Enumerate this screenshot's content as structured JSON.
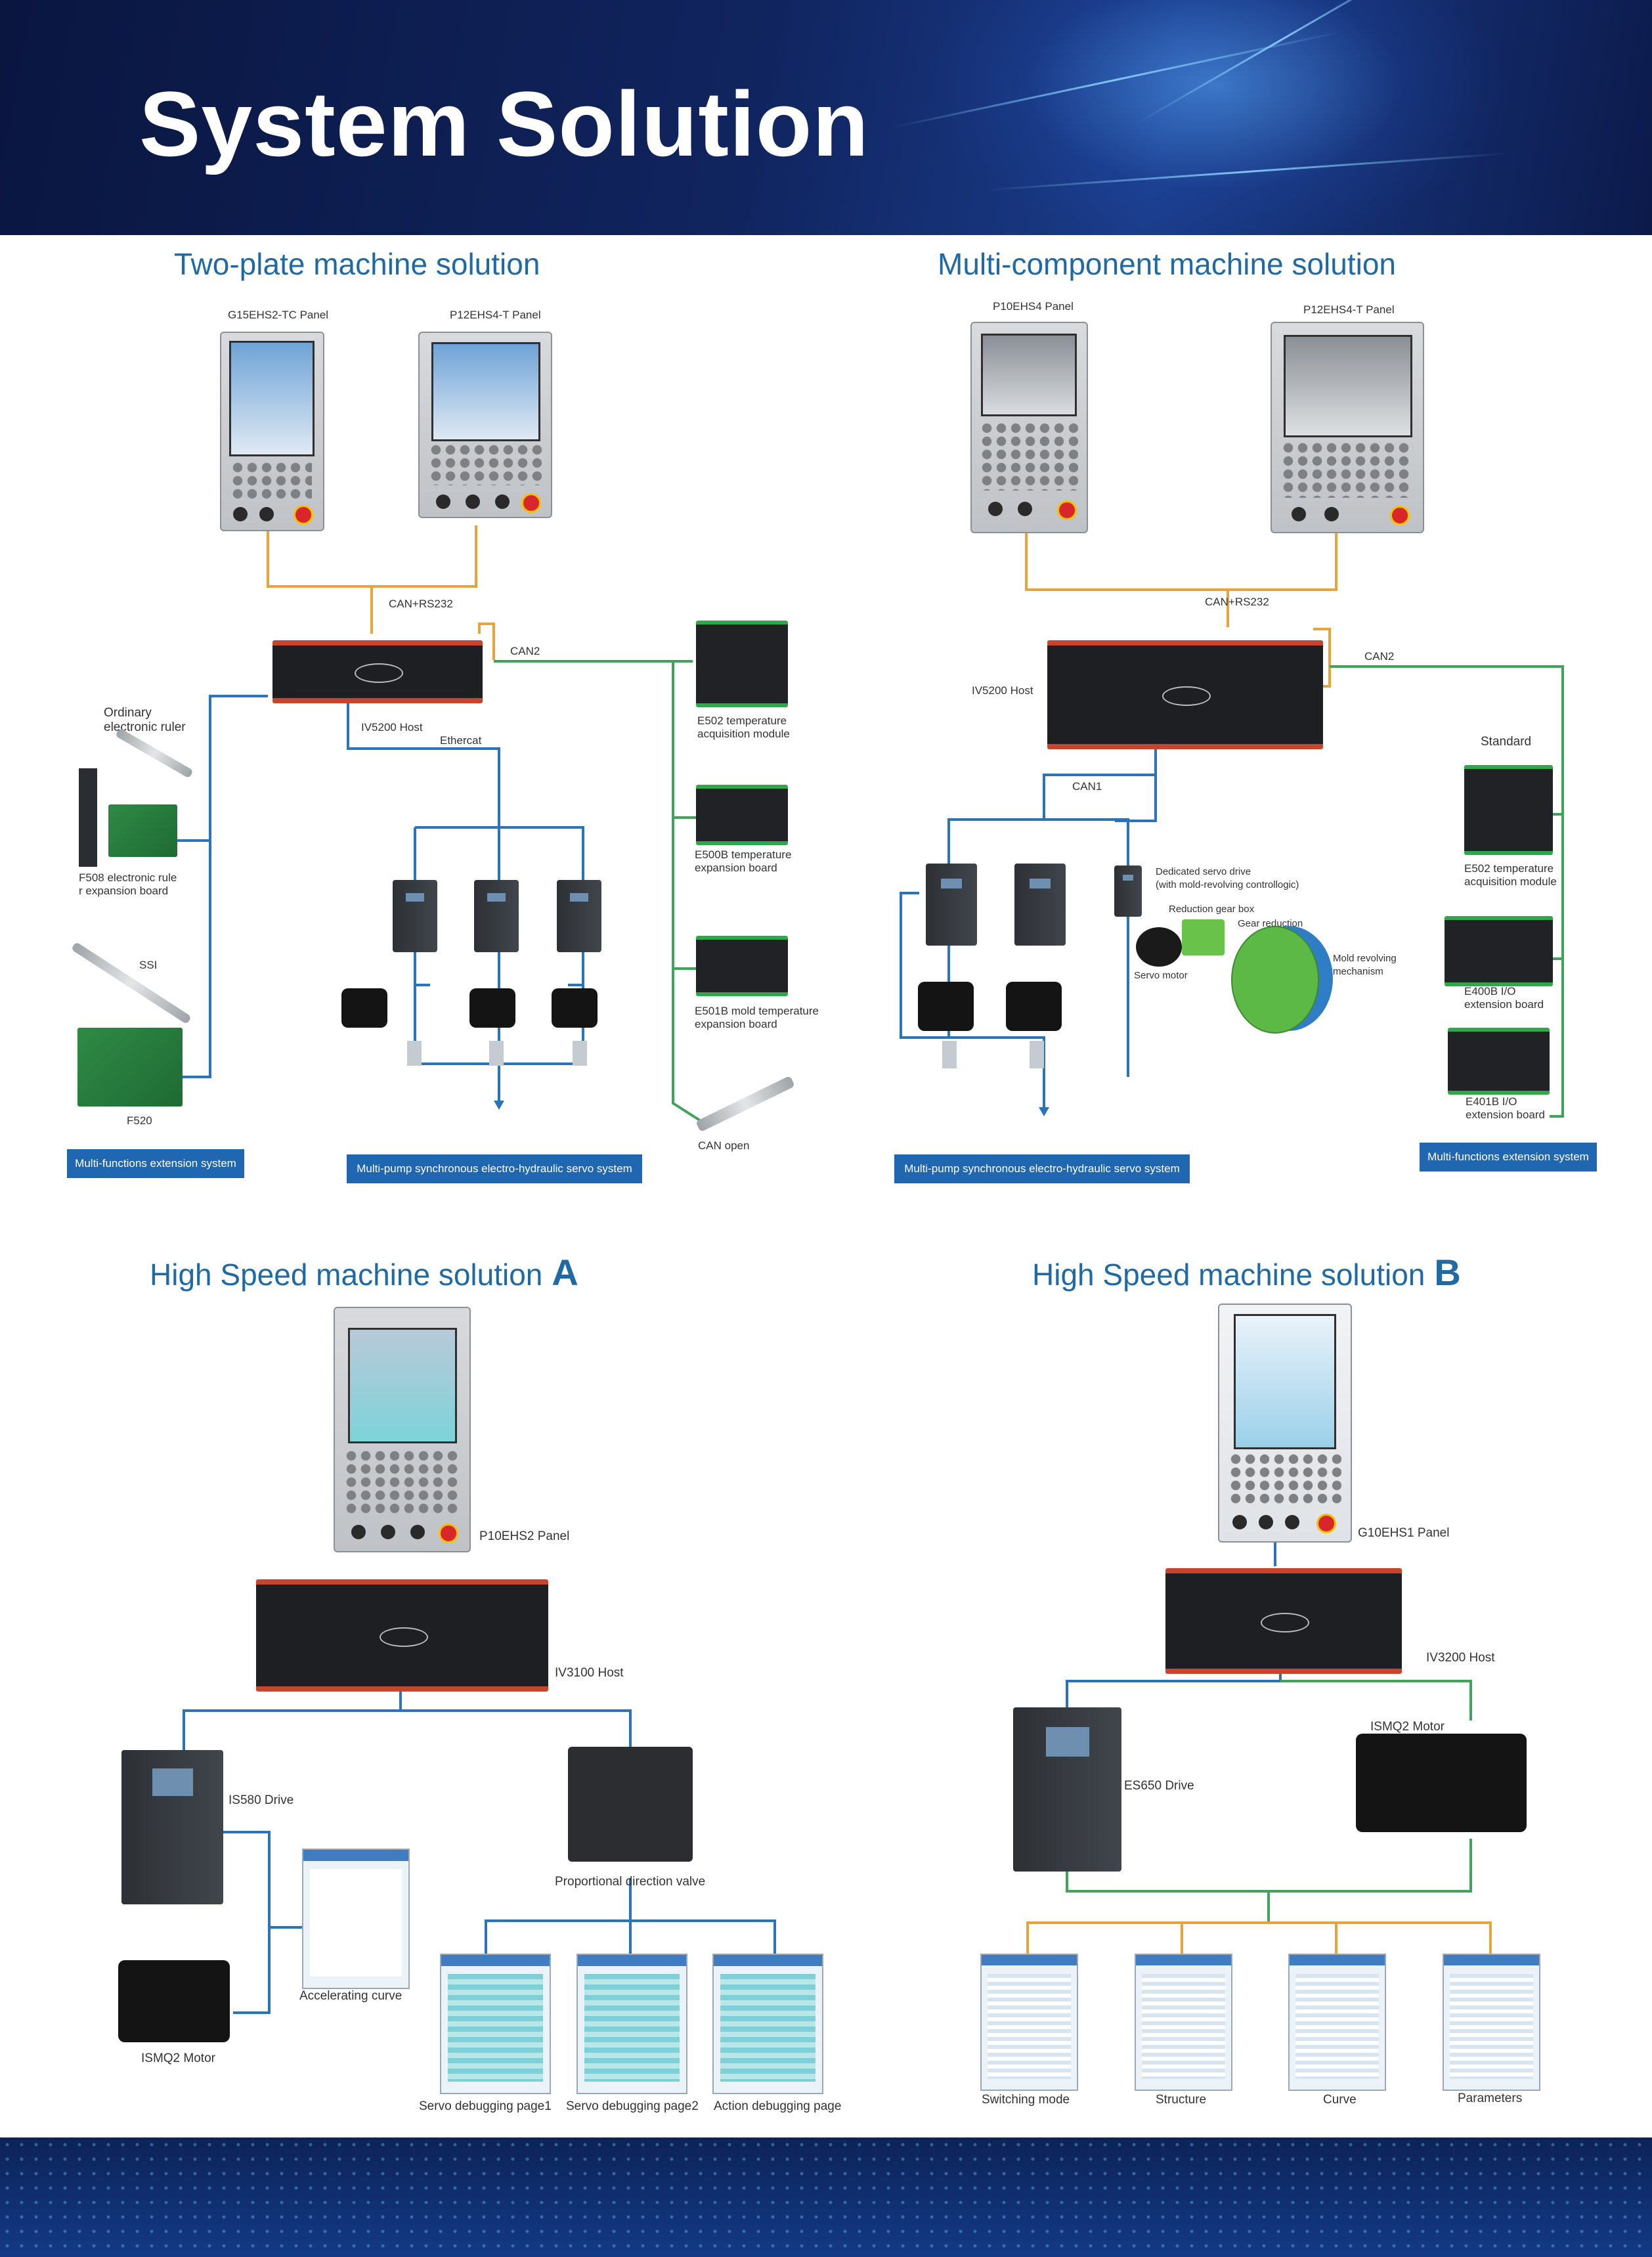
{
  "header": {
    "title": "System Solution"
  },
  "sections": {
    "two_plate": {
      "title": "Two-plate machine solution",
      "labels": {
        "panel1": "G15EHS2-TC Panel",
        "panel2": "P12EHS4-T Panel",
        "can_rs232": "CAN+RS232",
        "can2": "CAN2",
        "host": "IV5200 Host",
        "ethercat": "Ethercat",
        "ruler_line1": "Ordinary",
        "ruler_line2": "electronic ruler",
        "f508_line1": "F508 electronic rule",
        "f508_line2": "r expansion board",
        "ssi": "SSI",
        "f520": "F520",
        "e502_line1": "E502 temperature",
        "e502_line2": "acquisition module",
        "e500b_line1": "E500B temperature",
        "e500b_line2": "expansion board",
        "e501b_line1": "E501B mold temperature",
        "e501b_line2": "expansion board",
        "can_open": "CAN open"
      },
      "boxes": {
        "multi_functions": "Multi-functions extension system",
        "multi_pump": "Multi-pump synchronous electro-hydraulic servo system"
      }
    },
    "multi_component": {
      "title": "Multi-component machine solution",
      "labels": {
        "panel1": "P10EHS4 Panel",
        "panel2": "P12EHS4-T Panel",
        "can_rs232": "CAN+RS232",
        "can2": "CAN2",
        "host": "IV5200 Host",
        "can1": "CAN1",
        "standard": "Standard",
        "servo_drive_line1": "Dedicated servo drive",
        "servo_drive_line2": "(with mold-revolving controllogic)",
        "reduction_gear_box": "Reduction gear box",
        "gear_reduction": "Gear reduction",
        "servo_motor": "Servo motor",
        "mold_line1": "Mold revolving",
        "mold_line2": "mechanism",
        "e502_line1": "E502 temperature",
        "e502_line2": "acquisition module",
        "e400b_line1": "E400B  I/O",
        "e400b_line2": "extension board",
        "e401b_line1": "E401B  I/O",
        "e401b_line2": "extension board"
      },
      "boxes": {
        "multi_pump": "Multi-pump synchronous electro-hydraulic servo system",
        "multi_functions": "Multi-functions extension system"
      }
    },
    "high_speed_a": {
      "title": "High Speed machine solution",
      "letter": "A",
      "labels": {
        "panel": "P10EHS2 Panel",
        "host": "IV3100 Host",
        "drive": "IS580 Drive",
        "motor": "ISMQ2 Motor",
        "accel": "Accelerating curve",
        "valve": "Proportional direction valve",
        "page1": "Servo debugging page1",
        "page2": "Servo debugging page2",
        "page3": "Action debugging page"
      }
    },
    "high_speed_b": {
      "title": "High Speed machine solution",
      "letter": "B",
      "labels": {
        "panel": "G10EHS1 Panel",
        "host": "IV3200 Host",
        "drive": "ES650 Drive",
        "motor": "ISMQ2 Motor",
        "s1": "Switching mode",
        "s2": "Structure",
        "s3": "Curve",
        "s4": "Parameters"
      }
    }
  },
  "colors": {
    "orange_wire": "#e8a33a",
    "green_wire": "#3fa35a",
    "blue_wire": "#2a74b8",
    "title_blue": "#1f6aa5",
    "box_blue": "#1f67b0"
  }
}
